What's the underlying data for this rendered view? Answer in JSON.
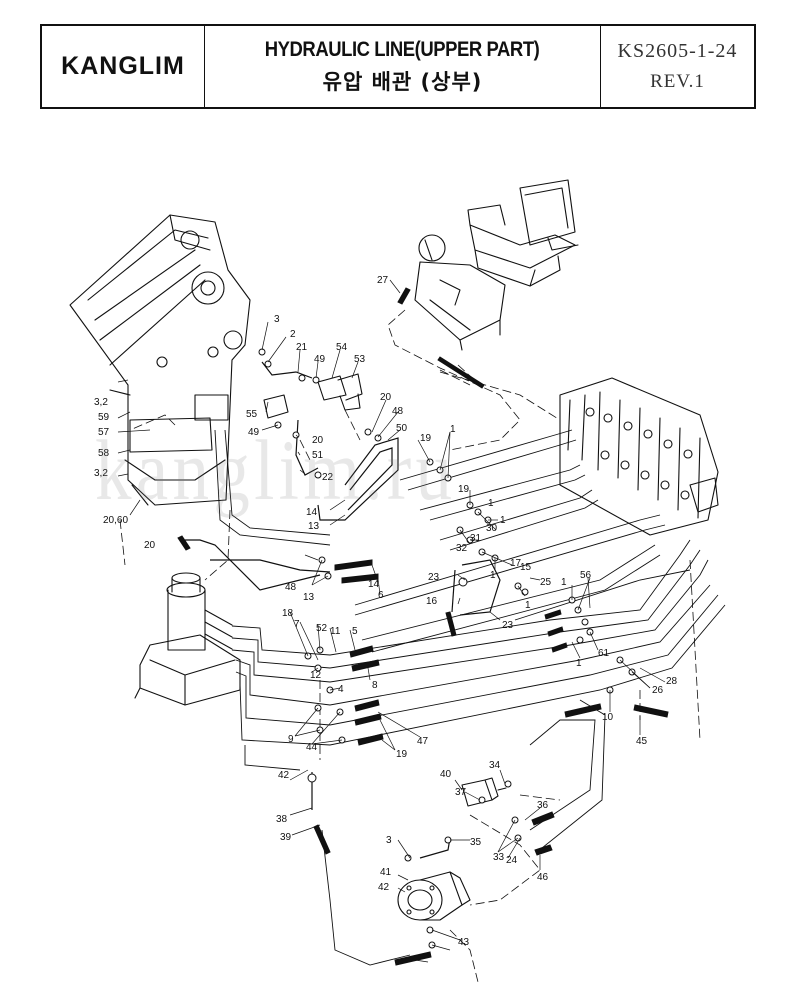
{
  "titleblock": {
    "logo": "KANGLIM",
    "title_en": "HYDRAULIC LINE(UPPER PART)",
    "title_ko": "유압 배관 (상부)",
    "code": "KS2605-1-24",
    "rev": "REV.1"
  },
  "watermark": "kanglim.ru",
  "labels": [
    "27",
    "3",
    "2",
    "21",
    "49",
    "54",
    "53",
    "3,2",
    "59",
    "57",
    "58",
    "3,2",
    "20,60",
    "55",
    "49",
    "20",
    "51",
    "22",
    "20",
    "48",
    "50",
    "19",
    "1",
    "14",
    "13",
    "19",
    "1",
    "30",
    "32",
    "31",
    "1",
    "17",
    "23",
    "1",
    "15",
    "16",
    "23",
    "1",
    "25",
    "1",
    "56",
    "20",
    "48",
    "13",
    "14",
    "6",
    "18",
    "7",
    "52",
    "11",
    "5",
    "12",
    "8",
    "4",
    "9",
    "44",
    "47",
    "19",
    "1",
    "61",
    "26",
    "28",
    "10",
    "45",
    "42",
    "38",
    "39",
    "40",
    "34",
    "37",
    "36",
    "3",
    "35",
    "33",
    "24",
    "46",
    "41",
    "42",
    "43"
  ]
}
